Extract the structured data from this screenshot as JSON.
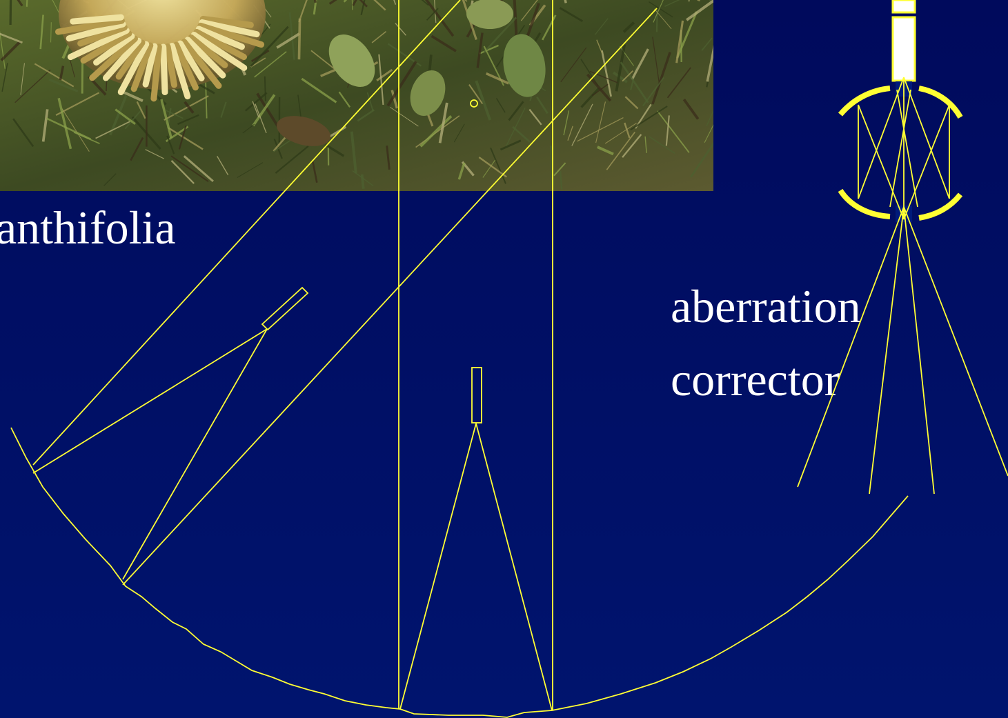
{
  "labels": {
    "species_fragment": "anthifolia",
    "corrector_line1": "aberration",
    "corrector_line2": "corrector"
  },
  "colors": {
    "background": "#000d66",
    "ray": "#ffff33",
    "text": "#ffffff"
  },
  "photo": {
    "subject": "dried thistle flower head among grass"
  }
}
